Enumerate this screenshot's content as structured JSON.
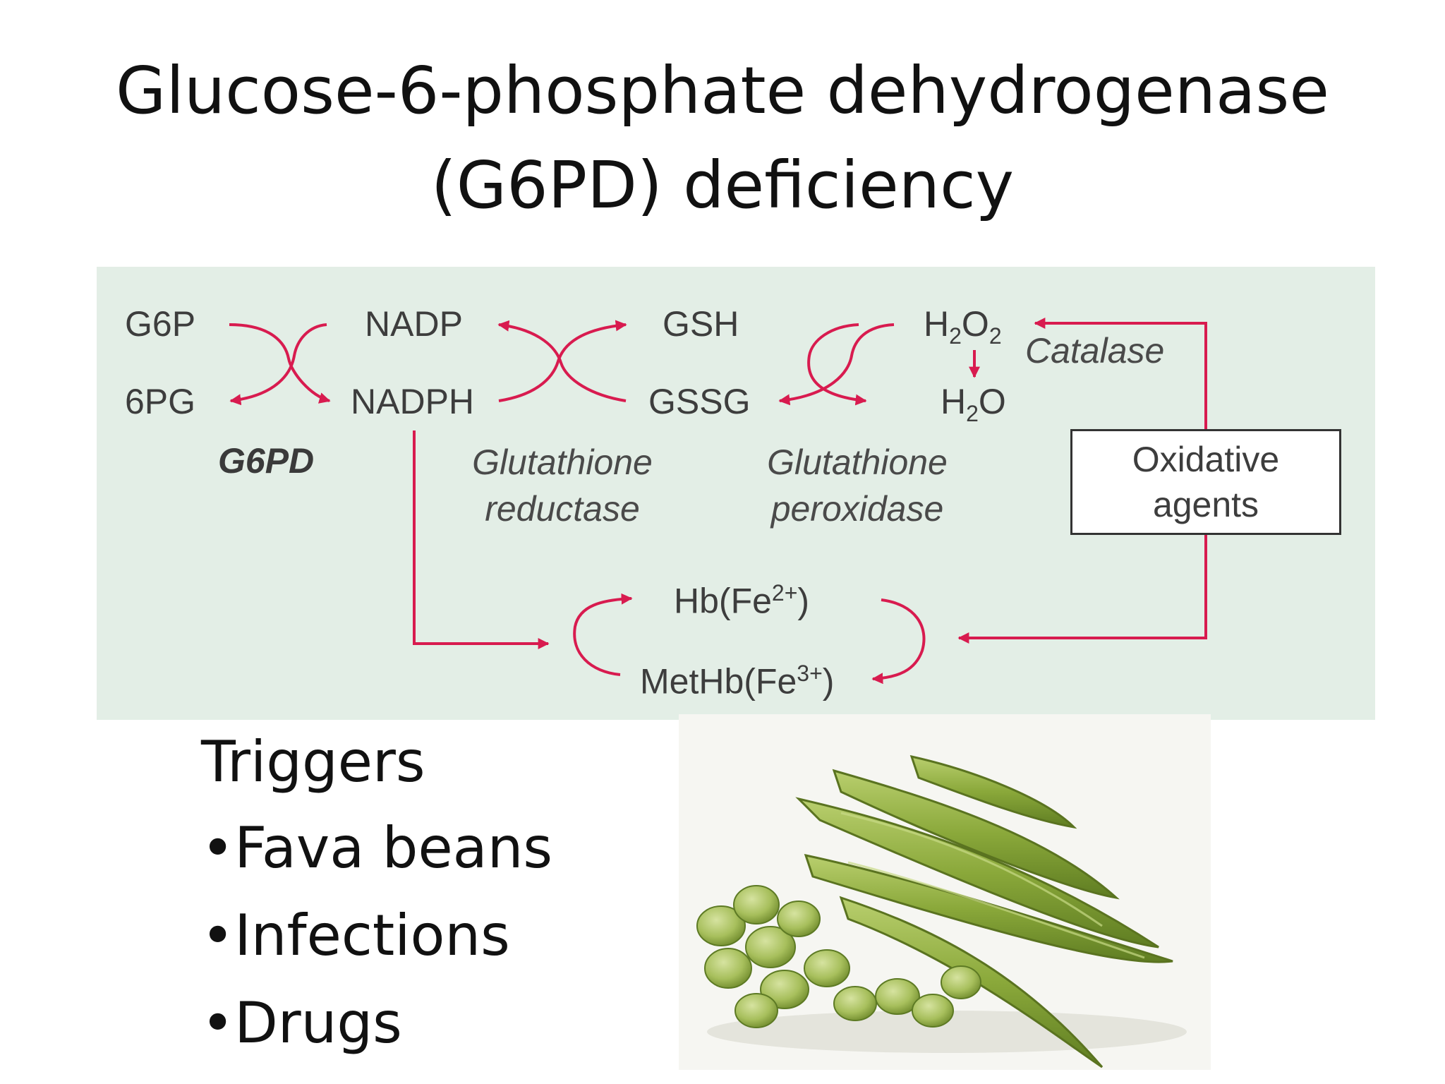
{
  "slide": {
    "title_line1": "Glucose-6-phosphate dehydrogenase",
    "title_line2": "(G6PD) deficiency"
  },
  "diagram": {
    "g6p": "G6P",
    "pg6": "6PG",
    "g6pd": "G6PD",
    "nadp": "NADP",
    "nadph": "NADPH",
    "gsh": "GSH",
    "gssg": "GSSG",
    "h2o2": "H2O2",
    "h2o": "H2O",
    "catalase": "Catalase",
    "glut_reductase_1": "Glutathione",
    "glut_reductase_2": "reductase",
    "glut_peroxidase_1": "Glutathione",
    "glut_peroxidase_2": "peroxidase",
    "oxidative_1": "Oxidative",
    "oxidative_2": "agents",
    "hb": "Hb(Fe2+)",
    "methb": "MetHb(Fe3+)",
    "arrow_color": "#d81b4f",
    "panel_color": "#e3eee6"
  },
  "triggers": {
    "heading": "Triggers",
    "items": [
      "•Fava beans",
      "•Infections",
      "•Drugs"
    ]
  },
  "image": {
    "subject": "fava-beans-photo"
  }
}
